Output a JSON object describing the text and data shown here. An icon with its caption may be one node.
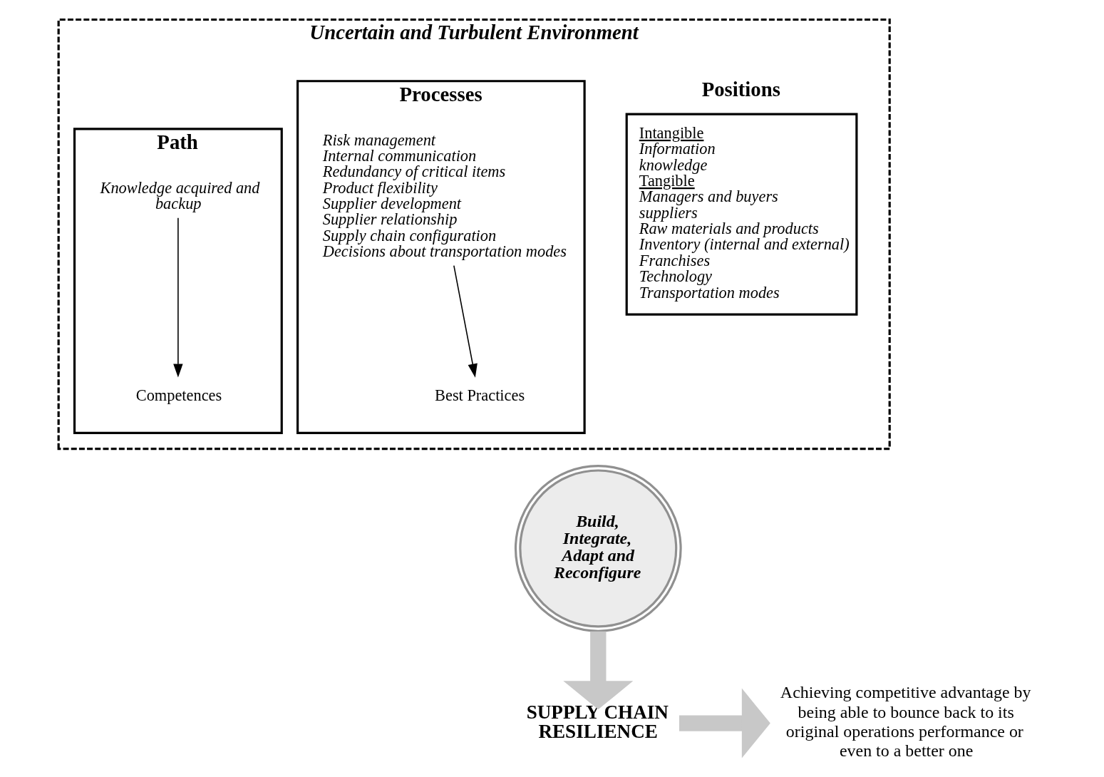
{
  "diagram": {
    "nodes": [
      {
        "text": [
          "Uncertain and Turbulent Environment"
        ]
      },
      {
        "text": [
          "Positions",
          "Intangible",
          "Information",
          "knowledge",
          "Tangible",
          "Managers and buyers",
          "suppliers",
          "Raw materials and products",
          "Inventory (internal and external)",
          "Franchises",
          "Technology",
          "Transportation modes"
        ],
        "in": 0
      },
      {
        "text": [
          "Processes"
        ],
        "in": 0
      },
      {
        "text": [
          "Risk management",
          "Internal communication",
          "Redundancy of critical items",
          "Product flexibility",
          "Supplier development",
          "Supplier relationship",
          "Supply chain configuration",
          "Decisions about transportation modes"
        ],
        "in": 2
      },
      {
        "text": [
          "Best Practices"
        ],
        "in": 2
      },
      {
        "text": [
          "Path"
        ],
        "in": 0
      },
      {
        "text": [
          "Knowledge acquired and backup"
        ],
        "in": 5
      },
      {
        "text": [
          "Competences"
        ],
        "in": 5
      },
      {
        "text": [
          "Build, Integrate, Adapt and Reconfigure"
        ]
      },
      {
        "text": [
          "SUPPLY CHAIN RESILIENCE"
        ]
      },
      {
        "text": [
          "Achieving competitive advantage by being able to bounce back to its original operations performance or even to a better one"
        ]
      }
    ],
    "edges": [
      {
        "from": 3,
        "to": 4,
        "arrow": "to"
      },
      {
        "from": 6,
        "to": 7,
        "arrow": "to"
      },
      {
        "from": 8,
        "to": 9,
        "arrow": "to",
        "style": "thick",
        "color": "#c8c8c8"
      },
      {
        "from": 9,
        "to": 10,
        "arrow": "to",
        "style": "thick",
        "color": "#c8c8c8"
      }
    ]
  }
}
